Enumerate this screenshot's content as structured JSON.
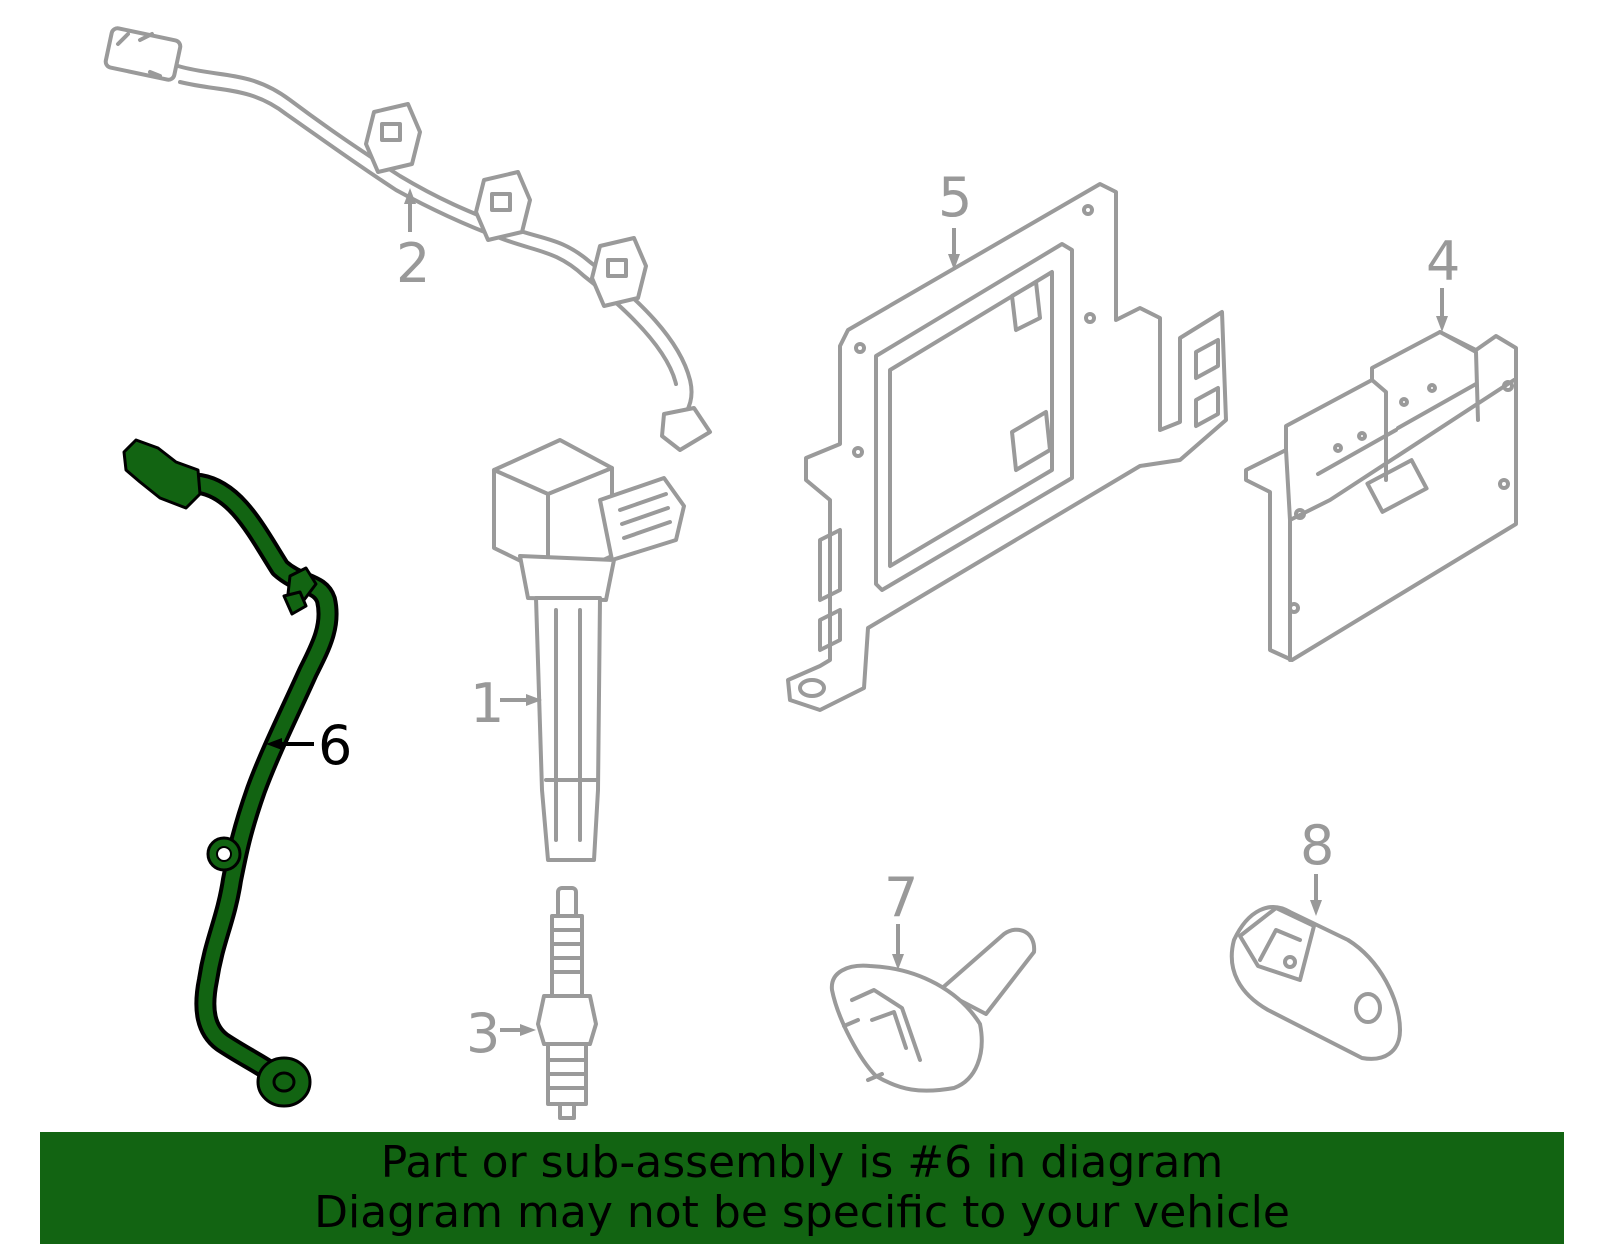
{
  "callouts": {
    "c1": "1",
    "c2": "2",
    "c3": "3",
    "c4": "4",
    "c5": "5",
    "c6": "6",
    "c7": "7",
    "c8": "8"
  },
  "banner": {
    "line1": "Part or sub-assembly is #6 in diagram",
    "line2": "Diagram may not be specific to your vehicle"
  },
  "colors": {
    "highlight": "#126412",
    "part_outline": "#9a9a9a",
    "callout_text": "#999999",
    "banner_bg": "#126412"
  }
}
